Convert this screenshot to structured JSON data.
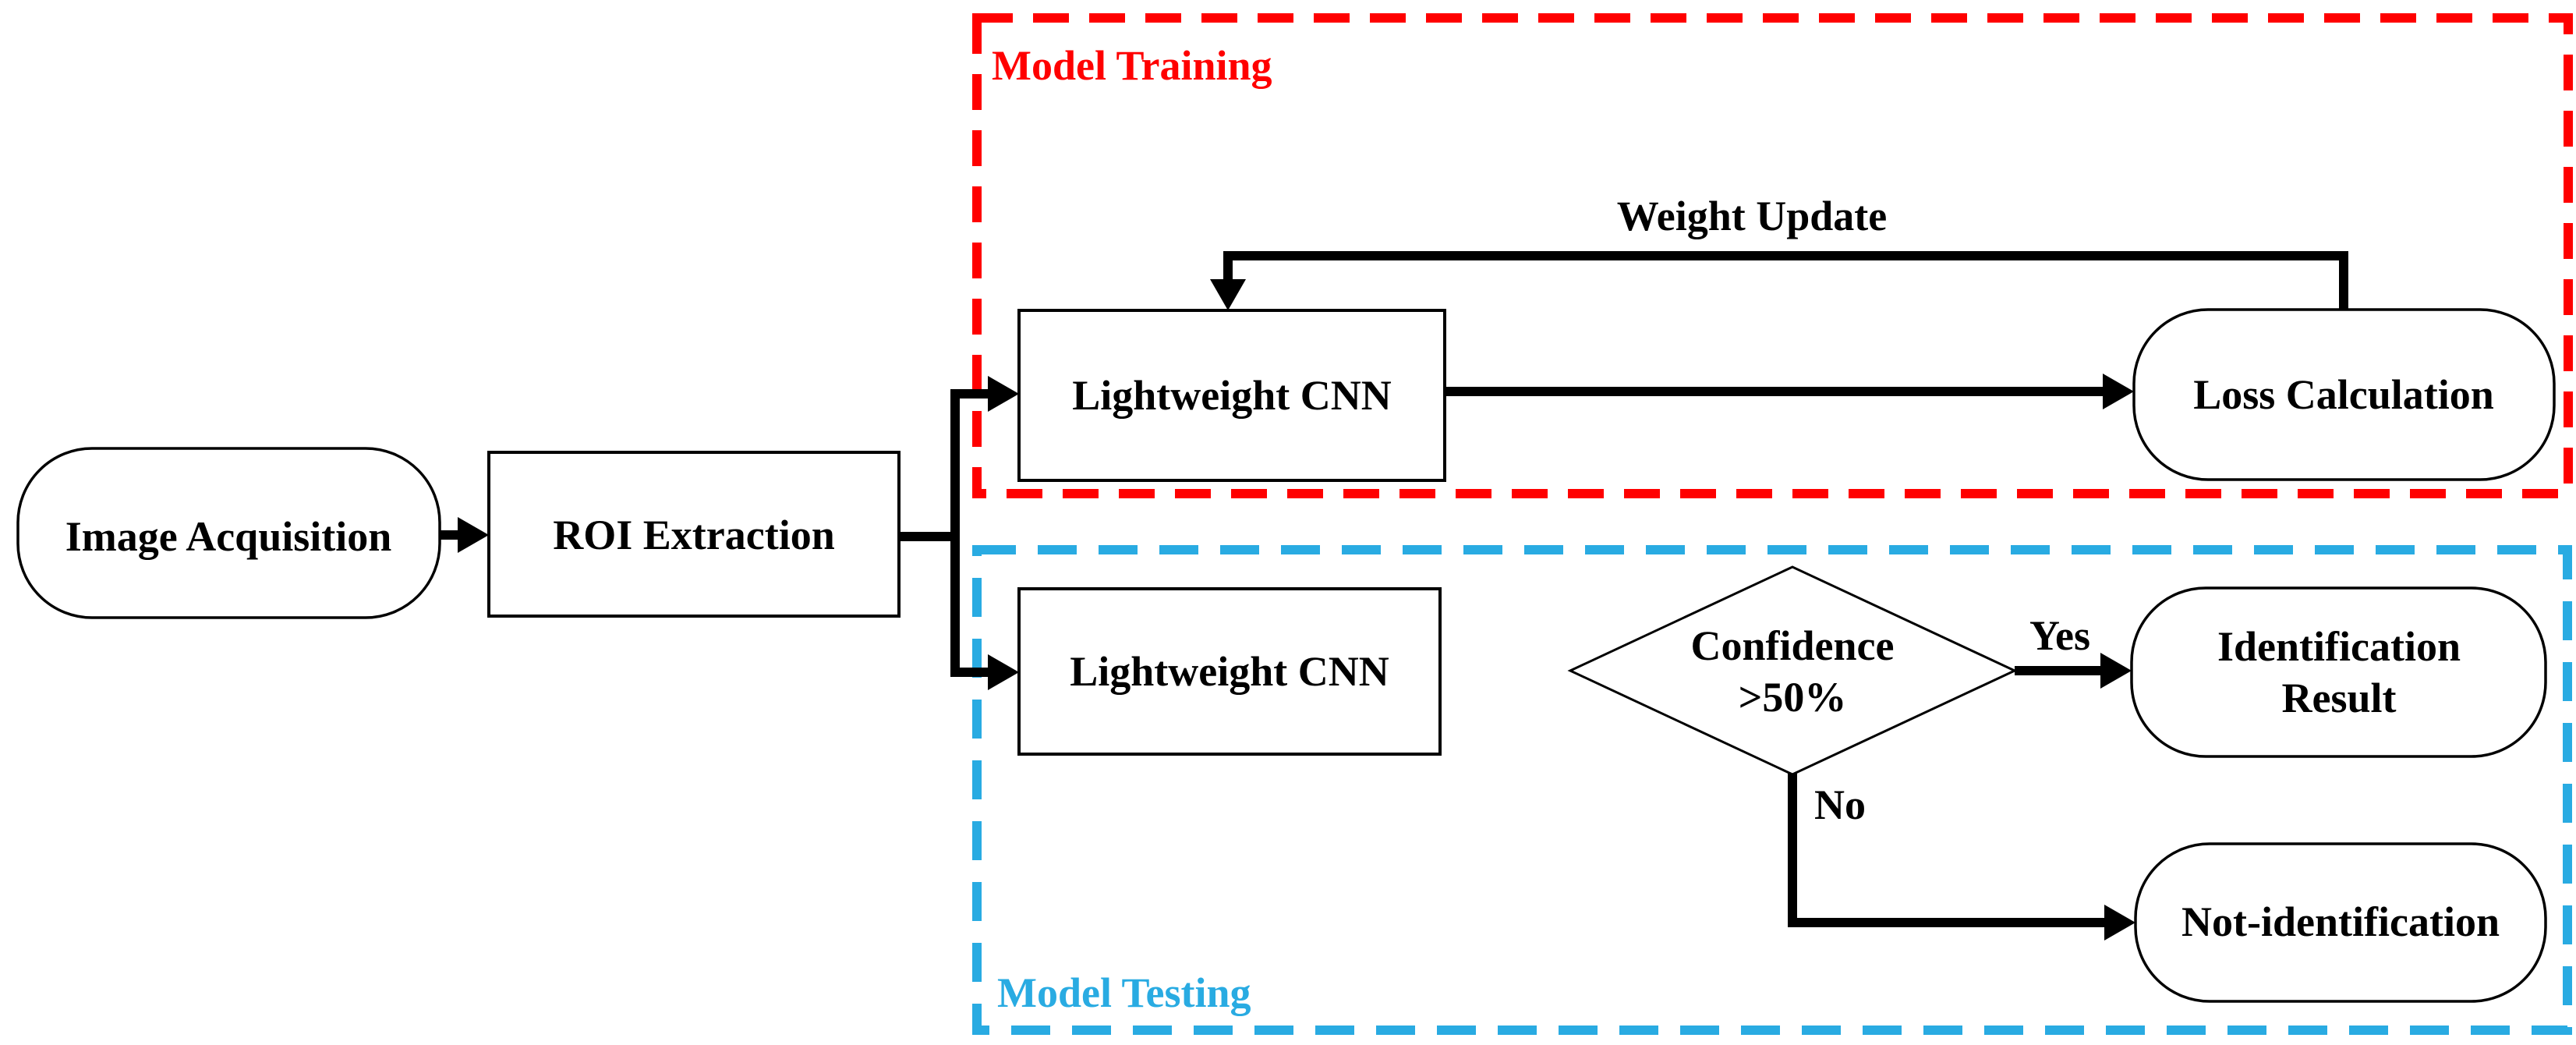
{
  "diagram": {
    "nodes": {
      "image_acquisition": "Image Acquisition",
      "roi_extraction": "ROI Extraction",
      "lightweight_cnn_training": "Lightweight CNN",
      "loss_calculation": "Loss Calculation",
      "lightweight_cnn_testing": "Lightweight CNN",
      "confidence_line1": "Confidence",
      "confidence_line2": ">50%",
      "identification_line1": "Identification",
      "identification_line2": "Result",
      "not_identification": "Not-identification"
    },
    "groups": {
      "training_label": "Model Training",
      "testing_label": "Model Testing"
    },
    "edge_labels": {
      "weight_update": "Weight Update",
      "yes": "Yes",
      "no": "No"
    },
    "colors": {
      "training_accent": "#FF0000",
      "testing_accent": "#29ABE2",
      "line": "#000000",
      "background": "#FFFFFF"
    }
  }
}
